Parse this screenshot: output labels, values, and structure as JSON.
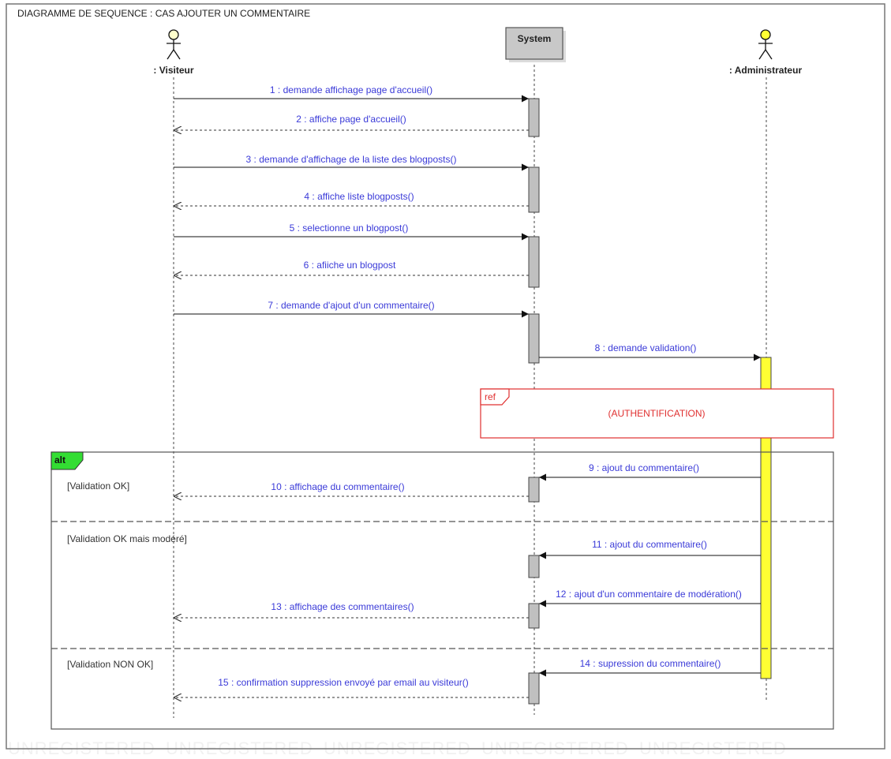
{
  "frame": {
    "title": "DIAGRAMME DE SEQUENCE : CAS AJOUTER UN COMMENTAIRE"
  },
  "participants": [
    {
      "label": ": Visiteur",
      "kind": "actor"
    },
    {
      "label": "System",
      "kind": "object"
    },
    {
      "label": ": Administrateur",
      "kind": "actor"
    }
  ],
  "messages": [
    {
      "label": "1 : demande affichage page d'accueil()",
      "type": "sync",
      "from": "Visiteur",
      "to": "System"
    },
    {
      "label": "2 : affiche page d'accueil()",
      "type": "return",
      "from": "System",
      "to": "Visiteur"
    },
    {
      "label": "3 : demande d'affichage de la liste des blogposts()",
      "type": "sync",
      "from": "Visiteur",
      "to": "System"
    },
    {
      "label": "4 : affiche liste blogposts()",
      "type": "return",
      "from": "System",
      "to": "Visiteur"
    },
    {
      "label": "5 : selectionne un blogpost()",
      "type": "sync",
      "from": "Visiteur",
      "to": "System"
    },
    {
      "label": "6 : afiiche un blogpost",
      "type": "return",
      "from": "System",
      "to": "Visiteur"
    },
    {
      "label": "7 : demande d'ajout d'un commentaire()",
      "type": "sync",
      "from": "Visiteur",
      "to": "System"
    },
    {
      "label": "8 : demande validation()",
      "type": "sync",
      "from": "System",
      "to": "Administrateur"
    },
    {
      "label": "9 : ajout du commentaire()",
      "type": "sync",
      "from": "Administrateur",
      "to": "System"
    },
    {
      "label": "10 : affichage du commentaire()",
      "type": "return",
      "from": "System",
      "to": "Visiteur"
    },
    {
      "label": "11 : ajout du commentaire()",
      "type": "sync",
      "from": "Administrateur",
      "to": "System"
    },
    {
      "label": "12 : ajout d'un commentaire de modération()",
      "type": "sync",
      "from": "Administrateur",
      "to": "System"
    },
    {
      "label": "13 : affichage des commentaires()",
      "type": "return",
      "from": "System",
      "to": "Visiteur"
    },
    {
      "label": "14 : supression du commentaire()",
      "type": "sync",
      "from": "Administrateur",
      "to": "System"
    },
    {
      "label": "15 : confirmation suppression  envoyé par email au visiteur()",
      "type": "return",
      "from": "System",
      "to": "Visiteur"
    }
  ],
  "ref_fragment": {
    "tag": "ref",
    "text": "(AUTHENTIFICATION)"
  },
  "alt_fragment": {
    "tag": "alt",
    "guards": [
      "[Validation OK]",
      "[Validation OK mais modéré]",
      "[Validation NON OK]"
    ]
  },
  "watermark": "UNREGISTERED",
  "colors": {
    "message_text": "#3a3ad8",
    "activation_system": "#c0c0c0",
    "activation_admin": "#ffff33",
    "ref_border": "#e03030",
    "alt_tag": "#33dd33"
  }
}
